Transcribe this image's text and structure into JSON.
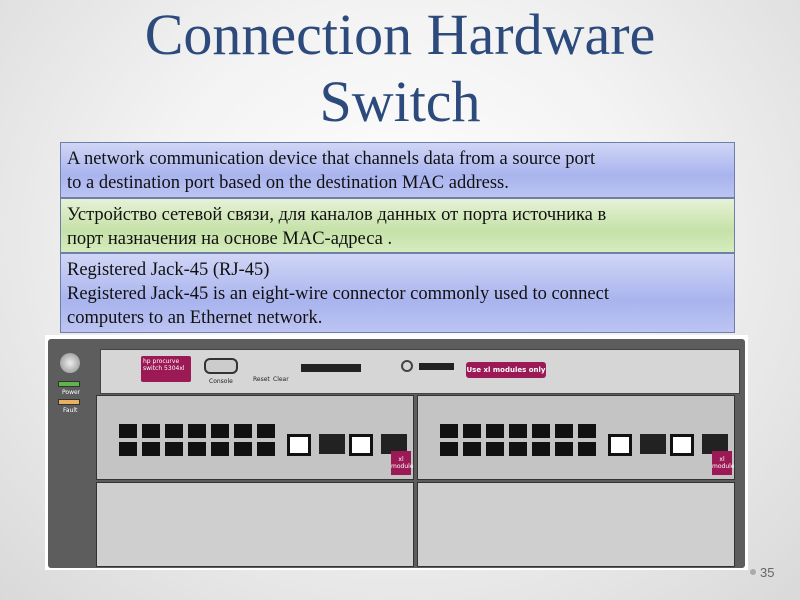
{
  "title": {
    "line1": "Connection Hardware",
    "line2": "Switch"
  },
  "boxes": [
    {
      "line1": "A network communication device that channels data from a source port",
      "line2": "to a destination port based on the destination MAC address."
    },
    {
      "line1": "Устройство сетевой связи, для каналов данных от порта источника в",
      "line2": "порт назначения на основе MAC-адреса ."
    },
    {
      "line1": "Registered Jack-45 (RJ-45)",
      "line2": "Registered Jack-45 is an eight-wire connector commonly used to connect",
      "line3": "computers to an Ethernet network."
    }
  ],
  "switch_image": {
    "brand": "hp procurve switch 5304xl",
    "console": "Console",
    "reset": "Reset",
    "clear": "Clear",
    "power": "Power",
    "fault": "Fault",
    "use_only": "Use xl modules only",
    "xl_module": "xl module",
    "colors": {
      "accent": "#9b1a56"
    }
  },
  "page_number": "35"
}
